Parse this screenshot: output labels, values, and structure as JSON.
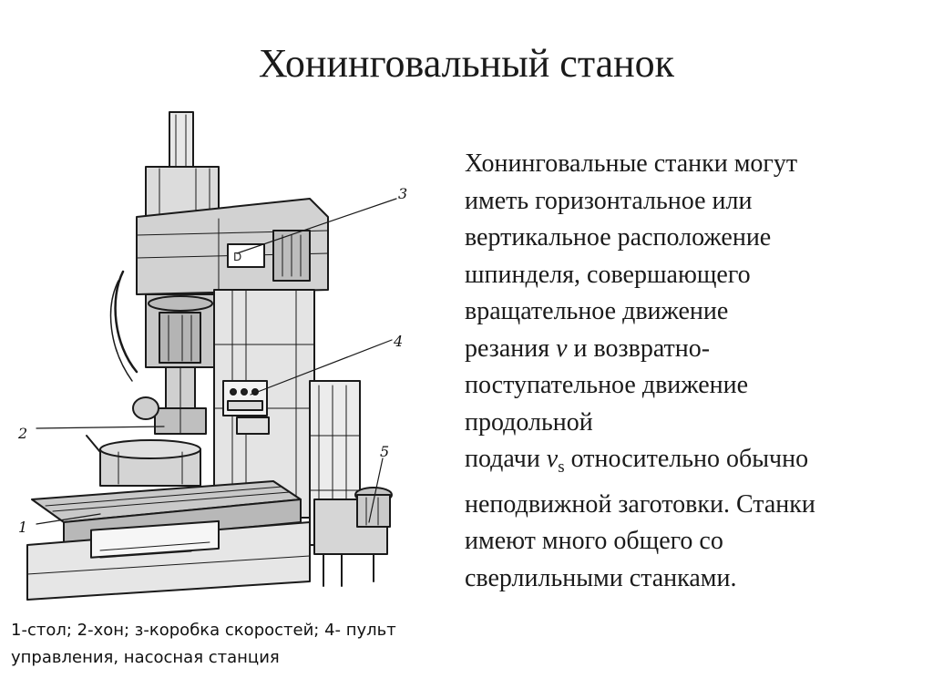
{
  "slide": {
    "title": "Хонинговальный станок",
    "caption": {
      "line1": "1-стол; 2-хон; з-коробка скоростей; 4- пульт",
      "line2": "управления, насосная станция"
    },
    "body": {
      "l1": "Хонинговальные станки могут",
      "l2": "иметь горизонтальное или",
      "l3": "вертикальное расположение",
      "l4": "шпинделя, совершающего",
      "l5": "вращательное движение",
      "l6_pre": "резания ",
      "l6_var": "v",
      "l6_post": " и возвратно-",
      "l7": "поступательное движение",
      "l8": "продольной",
      "l9_pre": "подачи ",
      "l9_var": "v",
      "l9_sub": "s",
      "l9_post": " относительно обычно",
      "l10": "неподвижной заготовки. Станки",
      "l11": "имеют много общего со",
      "l12": "сверлильными станками."
    },
    "figure": {
      "labels": [
        "1",
        "2",
        "3",
        "4",
        "5"
      ]
    }
  }
}
